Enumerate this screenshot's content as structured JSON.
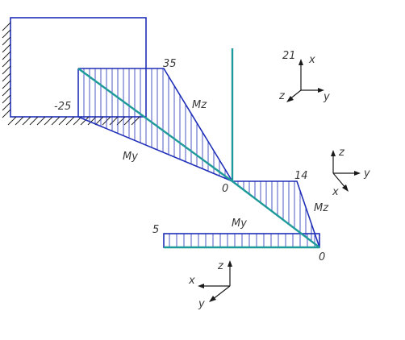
{
  "colors": {
    "diagram_stroke": "#1f2fb8",
    "member_stroke": "#1f9a9a",
    "axis_stroke": "#1a1a1a",
    "label_text": "#3a3a3a"
  },
  "labels": {
    "v35": "35",
    "vneg25": "-25",
    "mz_top": "Mz",
    "my_top": "My",
    "zero_mid": "0",
    "v14": "14",
    "mz_right": "Mz",
    "my_bottom": "My",
    "v5": "5",
    "zero_end": "0",
    "section_21": "21",
    "triad1": {
      "x": "x",
      "y": "y",
      "z": "z"
    },
    "triad2": {
      "x": "x",
      "y": "y",
      "z": "z"
    },
    "triad3": {
      "x": "x",
      "y": "y",
      "z": "z"
    }
  }
}
